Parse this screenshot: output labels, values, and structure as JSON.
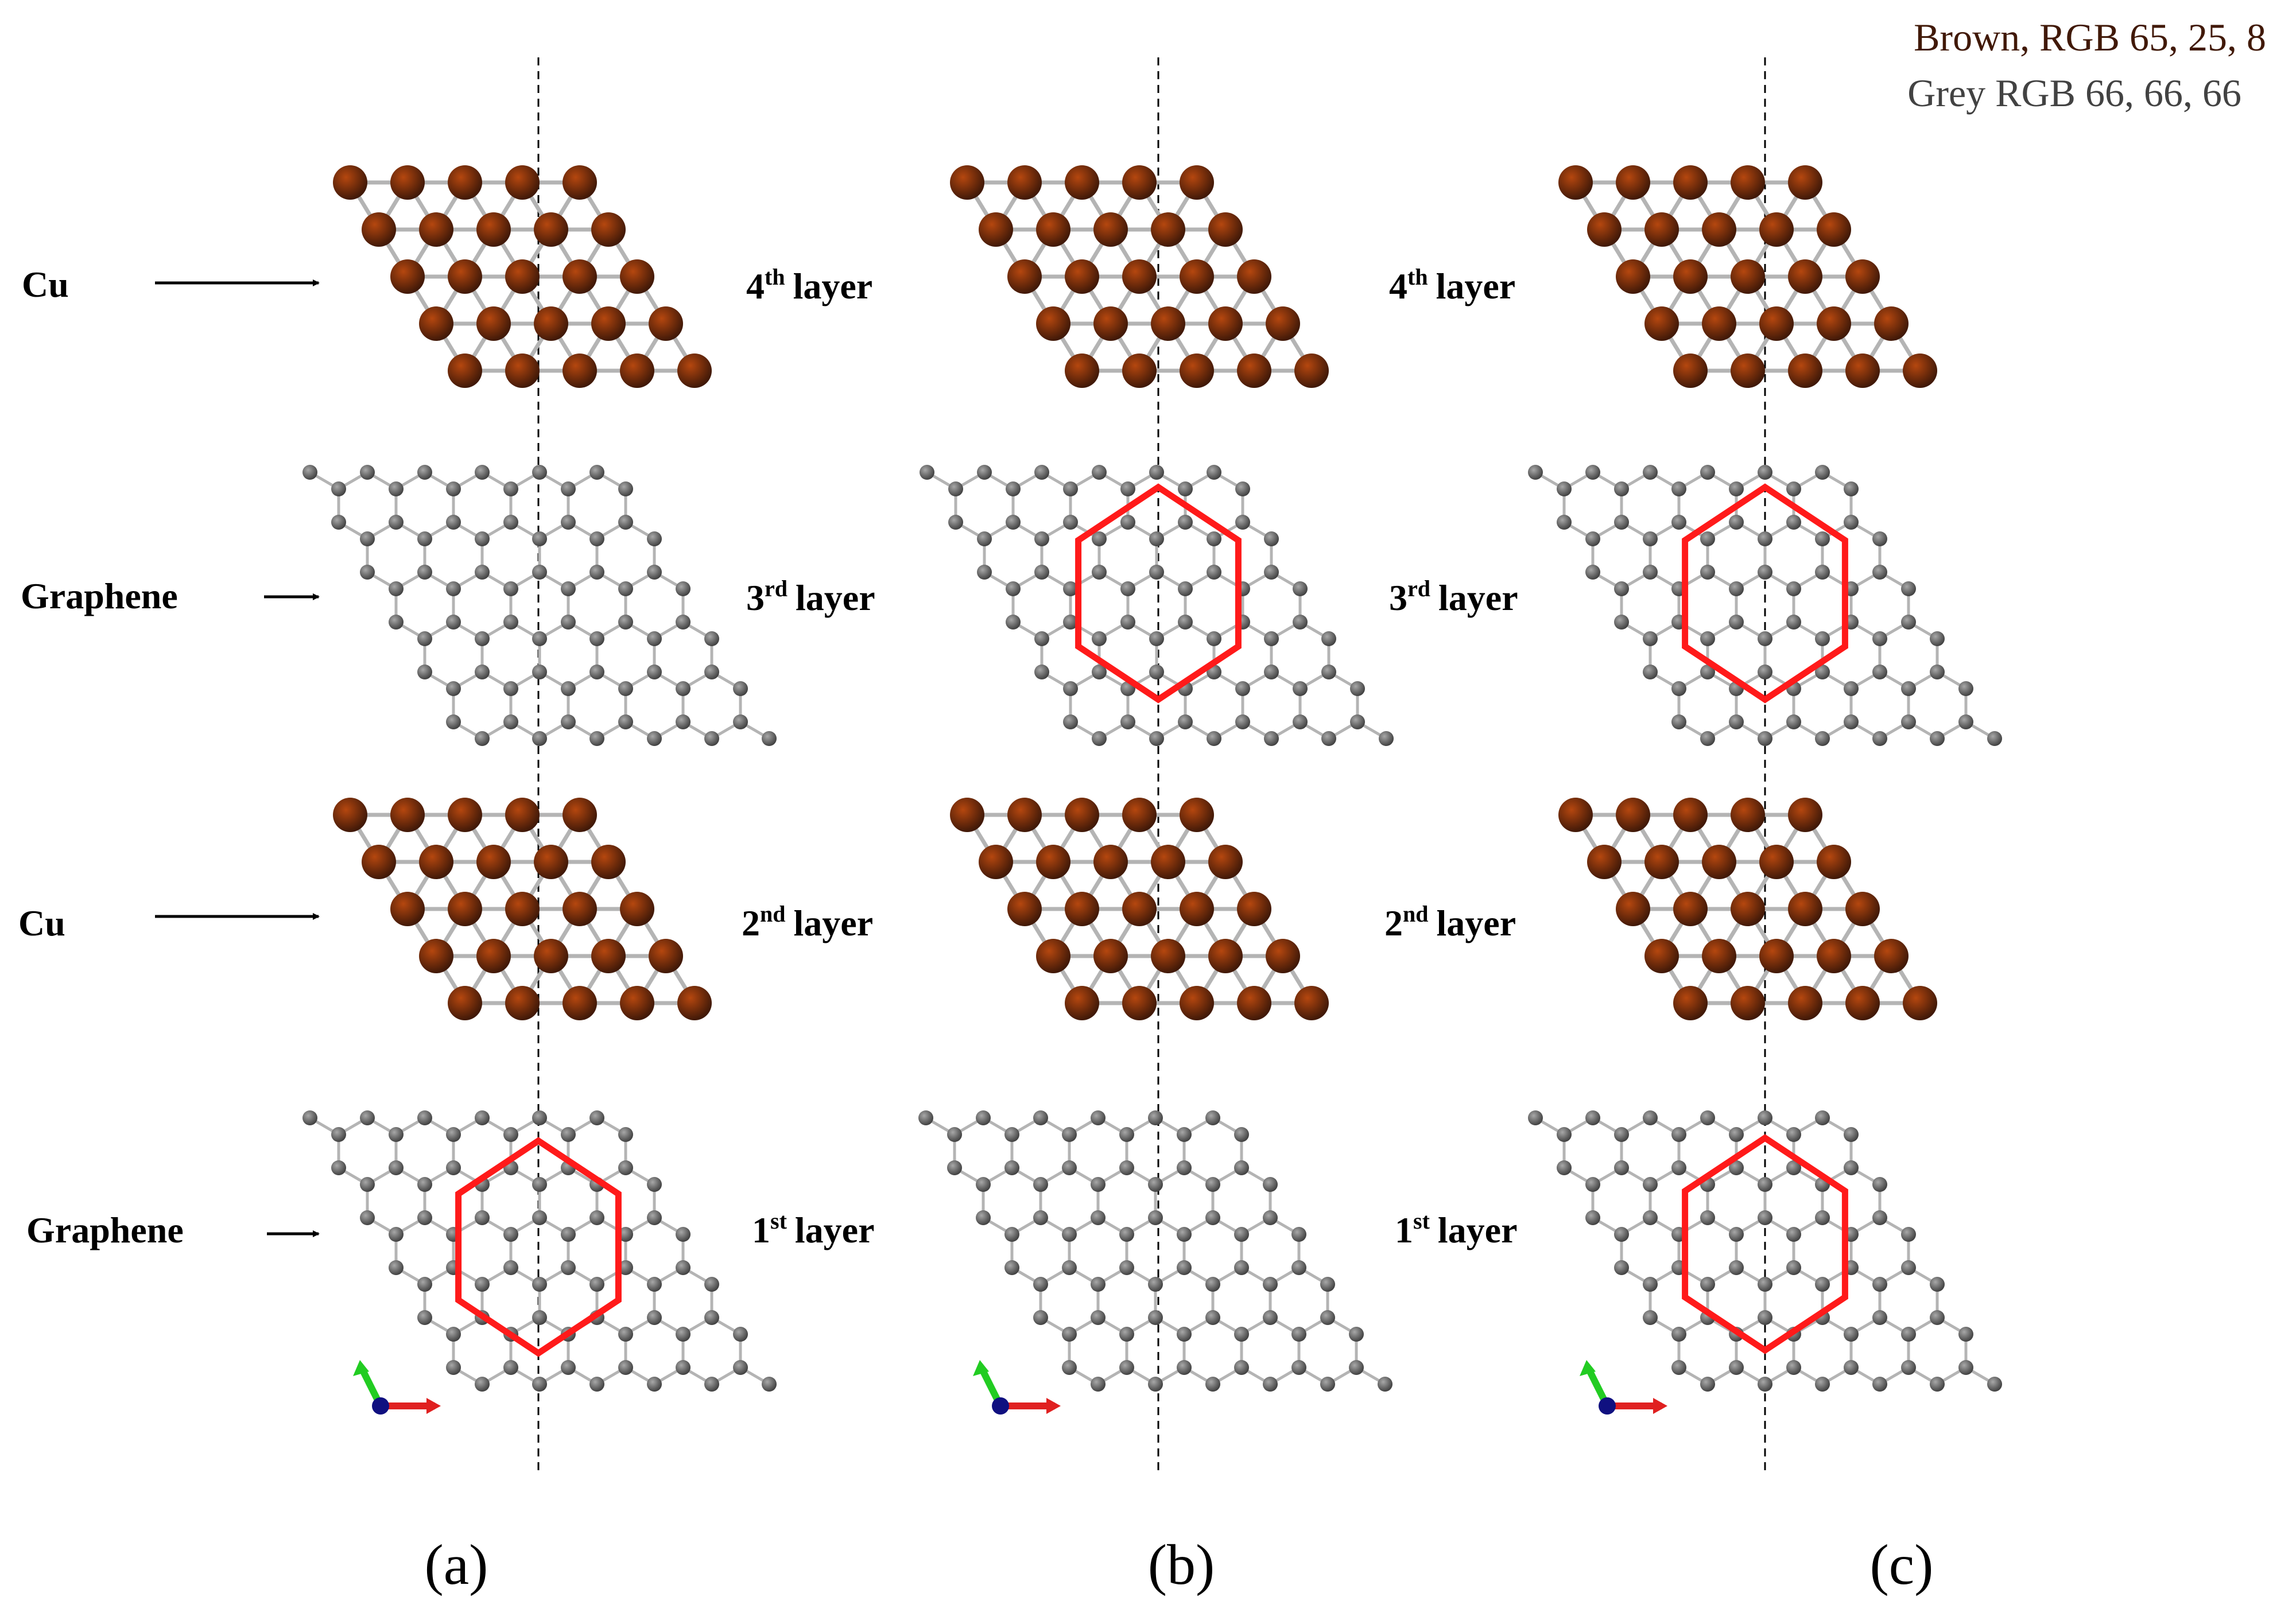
{
  "legend": {
    "brown": "Brown, RGB 65, 25, 8",
    "grey": "Grey RGB 66, 66, 66"
  },
  "colors": {
    "cu_atom": "#411908",
    "cu_highlight": "#b5470f",
    "c_atom": "#424242",
    "c_highlight": "#a8a8a8",
    "bond": "#b4b4b4",
    "hexagon": "#ff1a1a",
    "axis_x": "#e02020",
    "axis_y": "#22cc22",
    "axis_z": "#101080"
  },
  "row_labels": [
    "Cu",
    "Graphene",
    "Cu",
    "Graphene"
  ],
  "layers": [
    {
      "num": "4",
      "sup": "th",
      "word": "layer"
    },
    {
      "num": "3",
      "sup": "rd",
      "word": "layer"
    },
    {
      "num": "2",
      "sup": "nd",
      "word": "layer"
    },
    {
      "num": "1",
      "sup": "st",
      "word": "layer"
    }
  ],
  "panels": [
    "(a)",
    "(b)",
    "(c)"
  ],
  "structure": {
    "rows": [
      {
        "material": "Cu",
        "layer": "4th",
        "cols": [
          {
            "hexagon": false
          },
          {
            "hexagon": false
          },
          {
            "hexagon": false
          }
        ]
      },
      {
        "material": "Graphene",
        "layer": "3rd",
        "cols": [
          {
            "hexagon": false
          },
          {
            "hexagon": true
          },
          {
            "hexagon": true
          }
        ]
      },
      {
        "material": "Cu",
        "layer": "2nd",
        "cols": [
          {
            "hexagon": false
          },
          {
            "hexagon": false
          },
          {
            "hexagon": false
          }
        ]
      },
      {
        "material": "Graphene",
        "layer": "1st",
        "cols": [
          {
            "hexagon": true
          },
          {
            "hexagon": false
          },
          {
            "hexagon": true
          }
        ]
      }
    ],
    "axis_triad_row": "1st"
  }
}
